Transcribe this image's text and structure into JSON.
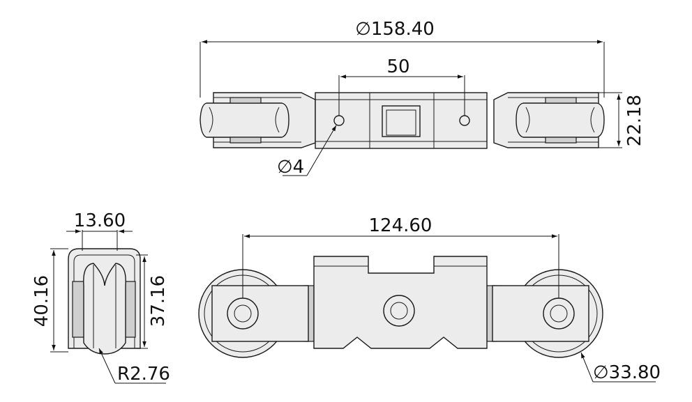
{
  "dimensions": {
    "overall_length": "∅158.40",
    "hole_spacing": "50",
    "hole_diameter": "∅4",
    "height_top": "22.18",
    "width_side": "13.60",
    "height_outer": "40.16",
    "height_inner": "37.16",
    "groove_radius": "R2.76",
    "center_spacing": "124.60",
    "wheel_diameter": "∅33.80"
  }
}
